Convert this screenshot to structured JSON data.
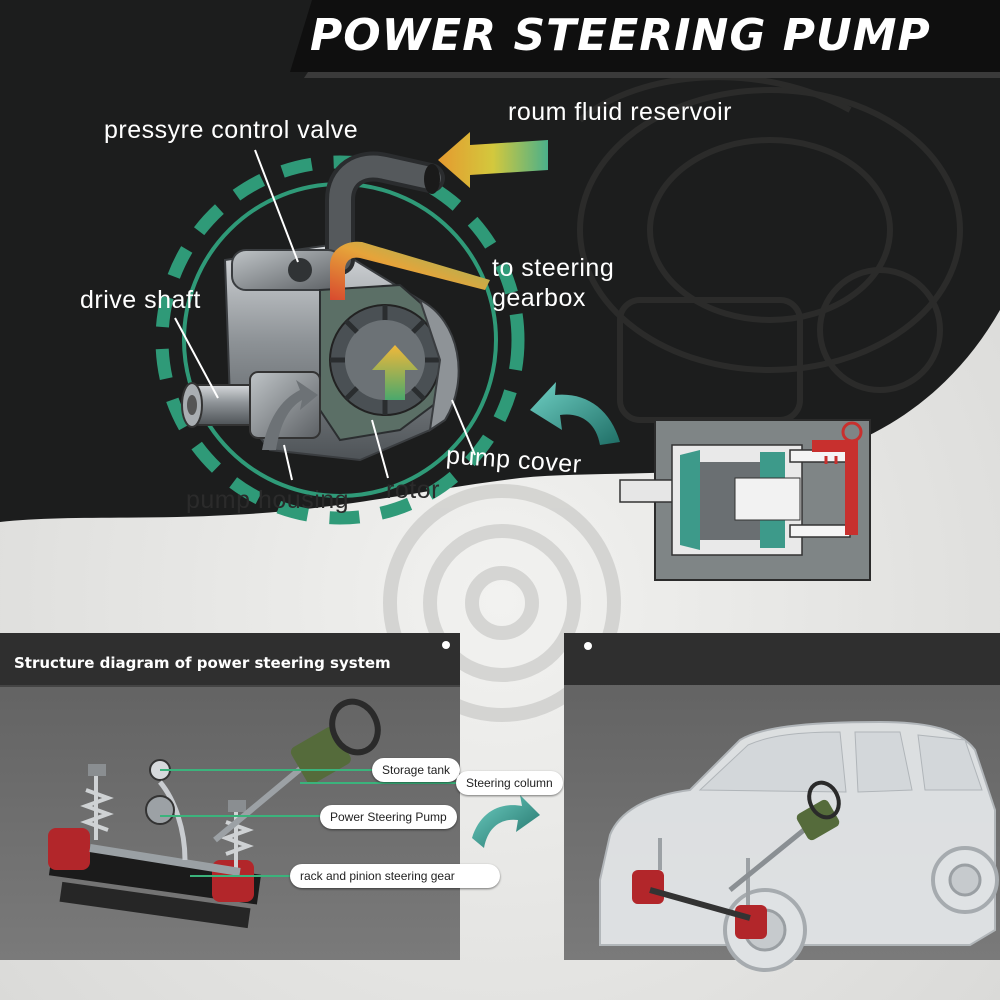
{
  "title": "POWER STEERING PUMP",
  "labels": {
    "reservoir": "roum  fluid reservoir",
    "pressure_valve": "pressyre control valve",
    "to_steering_line1": "to steering",
    "to_steering_line2": "gearbox",
    "drive_shaft": "drive  shaft",
    "pump_cover": "pump  cover",
    "rotor": "rotor",
    "pump_housing": "pump  housing"
  },
  "structure_panel": {
    "header": "Structure diagram of power steering system",
    "components": {
      "storage_tank": "Storage tank",
      "steering_column": "Steering column",
      "power_steering_pump": "Power Steering Pump",
      "rack_pinion": "rack and pinion steering gear"
    }
  },
  "colors": {
    "ring_green": "#2f9a78",
    "teal_arrow": "#3aa59a",
    "dark_bg": "#1c1d1d",
    "panel_bg": "#6a6a6a",
    "hydraulic_red": "#c8302e"
  }
}
